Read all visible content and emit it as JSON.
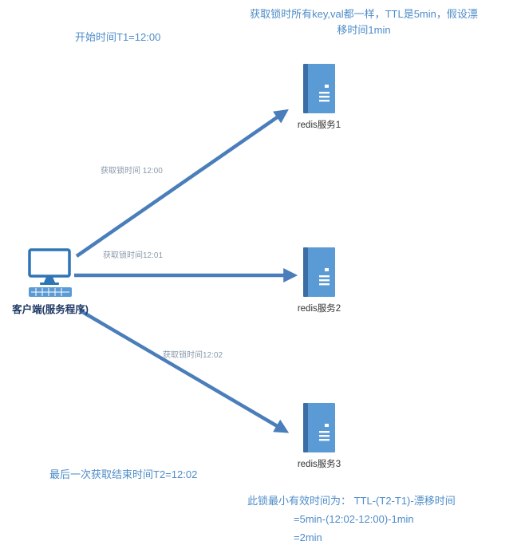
{
  "annotations": {
    "ttl_line1": "获取锁时所有key,val都一样，TTL是5min，假设漂",
    "ttl_line2": "移时间1min",
    "start_time": "开始时间T1=12:00",
    "end_time": "最后一次获取结束时间T2=12:02",
    "formula_line1": "此锁最小有效时间为： TTL-(T2-T1)-漂移时间",
    "formula_line2": "=5min-(12:02-12:00)-1min",
    "formula_line3": "=2min"
  },
  "client": {
    "label": "客户端(服务程序)"
  },
  "servers": [
    {
      "label": "redis服务1",
      "arrow_label": "获取锁时间 12:00"
    },
    {
      "label": "redis服务2",
      "arrow_label": "获取锁时间12:01"
    },
    {
      "label": "redis服务3",
      "arrow_label": "获取锁时间12:02"
    }
  ],
  "colors": {
    "accent_blue": "#5B9BD5",
    "arrow_blue": "#4A7EBB",
    "note_blue": "#4E8CC9",
    "dark_navy": "#1F3864"
  }
}
